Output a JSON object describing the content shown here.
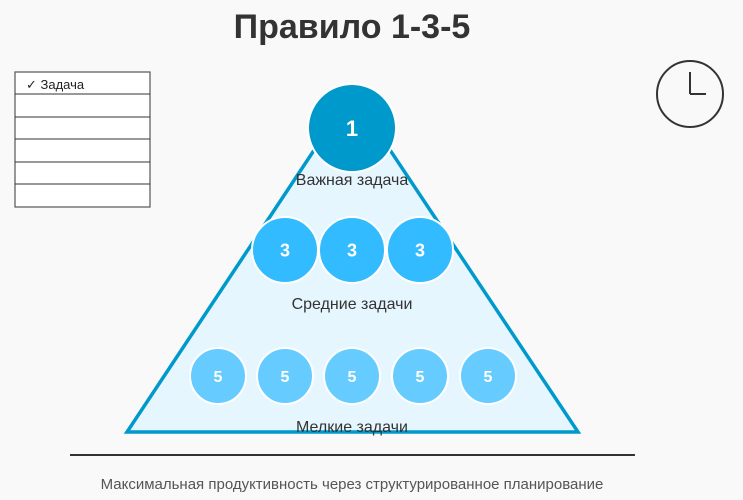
{
  "title": "Правило 1-3-5",
  "checklist": {
    "first_item": "✓ Задача",
    "empty_rows": 5
  },
  "levels": {
    "top": {
      "number": "1",
      "label": "Важная задача",
      "color": "#0099cc"
    },
    "middle": {
      "numbers": [
        "3",
        "3",
        "3"
      ],
      "label": "Средние задачи",
      "color": "#33bbff"
    },
    "bottom": {
      "numbers": [
        "5",
        "5",
        "5",
        "5",
        "5"
      ],
      "label": "Мелкие задачи",
      "color": "#66ccff"
    }
  },
  "icons": {
    "clock": "clock-icon"
  },
  "footer": "Максимальная продуктивность через структурированное планирование"
}
